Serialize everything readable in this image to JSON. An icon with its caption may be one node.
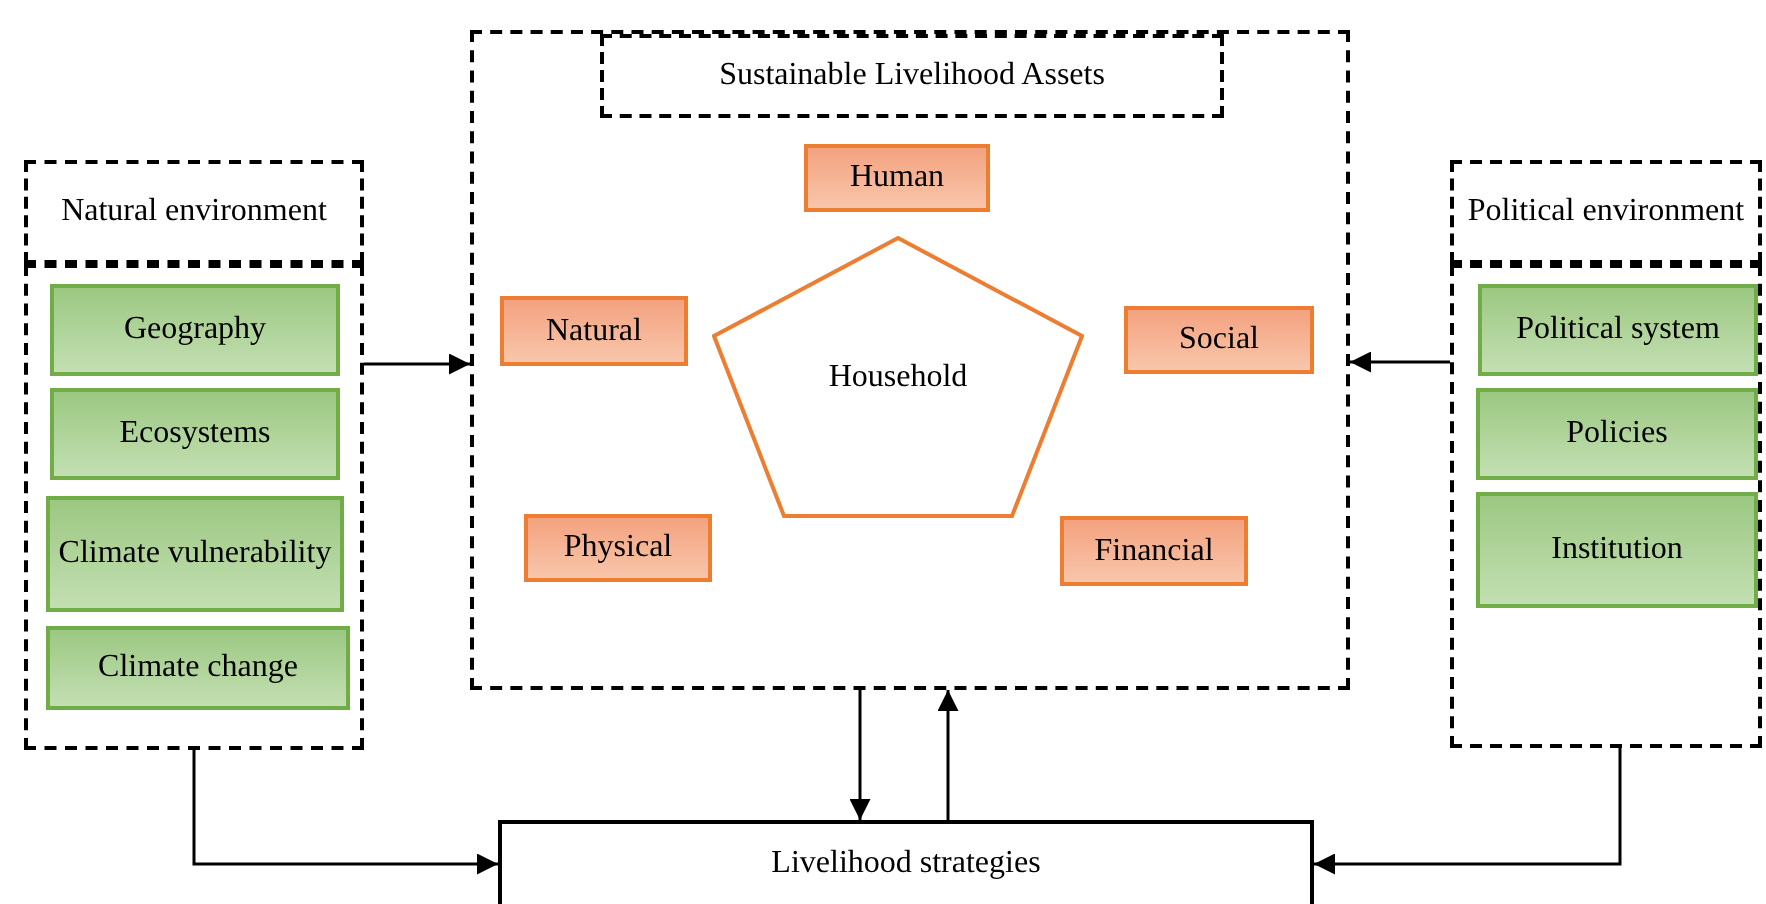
{
  "diagram": {
    "nodes": [
      {
        "text": [
          "Natural environment"
        ]
      },
      {
        "text": [],
        "shape": "box"
      },
      {
        "text": [
          "Geography"
        ],
        "in": 1
      },
      {
        "text": [
          "Ecosystems"
        ],
        "in": 1
      },
      {
        "text": [
          "Climate vulnerability"
        ],
        "in": 1
      },
      {
        "text": [
          "Climate change"
        ],
        "in": 1
      },
      {
        "text": [],
        "shape": "box"
      },
      {
        "text": [
          "Sustainable Livelihood Assets"
        ],
        "in": 6
      },
      {
        "text": [
          "Human"
        ],
        "in": 6
      },
      {
        "text": [
          "Natural"
        ],
        "in": 6
      },
      {
        "text": [
          "Social"
        ],
        "in": 6
      },
      {
        "text": [
          "Household"
        ],
        "in": 6
      },
      {
        "text": [
          "Physical"
        ],
        "in": 6
      },
      {
        "text": [
          "Financial"
        ],
        "in": 6
      },
      {
        "text": [
          "Political environment"
        ]
      },
      {
        "text": [],
        "shape": "box"
      },
      {
        "text": [
          "Political system"
        ],
        "in": 15
      },
      {
        "text": [
          "Policies"
        ],
        "in": 15
      },
      {
        "text": [
          "Institution"
        ],
        "in": 15
      },
      {
        "text": [
          "Livelihood strategies"
        ]
      }
    ],
    "edges": [
      {
        "from": 1,
        "to": 6,
        "arrow": "to"
      },
      {
        "from": 15,
        "to": 6,
        "arrow": "to"
      },
      {
        "from": 1,
        "to": 19,
        "arrow": "to"
      },
      {
        "from": 15,
        "to": 19,
        "arrow": "to"
      },
      {
        "from": 6,
        "to": 19,
        "arrow": "to"
      },
      {
        "from": 19,
        "to": 6,
        "arrow": "to"
      }
    ]
  }
}
